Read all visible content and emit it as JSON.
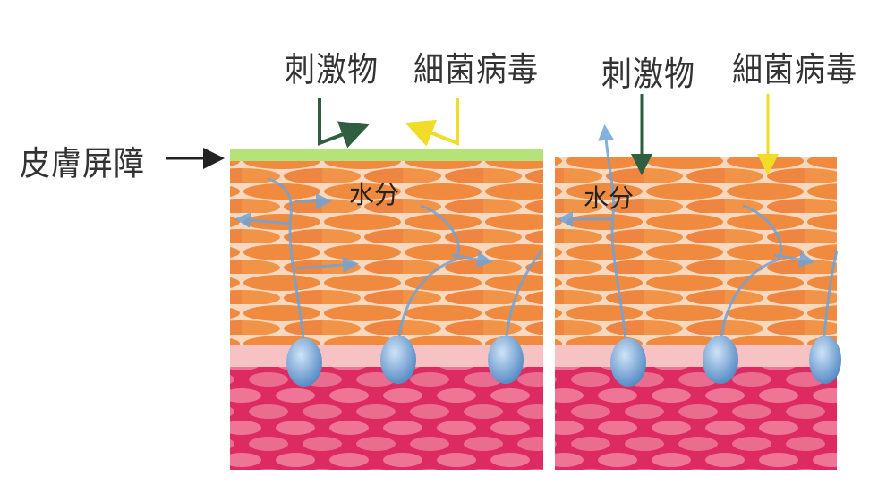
{
  "labels": {
    "irritant": "刺激物",
    "bacteria_virus": "細菌病毒",
    "skin_barrier": "皮膚屏障",
    "moisture": "水分"
  },
  "colors": {
    "barrier": "#b5e37a",
    "epidermis": "#f0873f",
    "dermis_light": "#f6c2c4",
    "dermis": "#e2336a",
    "irritant_arrow": "#2f5f3f",
    "bacteria_arrow": "#f2dc2a",
    "water": "#6fa3d8"
  }
}
